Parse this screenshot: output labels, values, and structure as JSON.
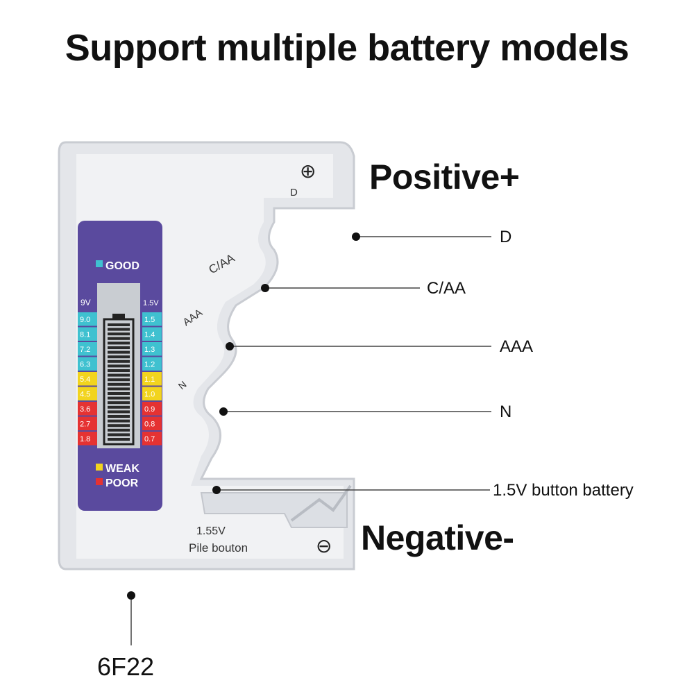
{
  "headline": "Support multiple battery models",
  "labels": {
    "positive": "Positive+",
    "negative": "Negative-"
  },
  "callouts": {
    "d": "D",
    "c_aa": "C/AA",
    "aaa": "AAA",
    "n": "N",
    "button": "1.5V button battery",
    "sixf22": "6F22"
  },
  "device": {
    "slot_labels": {
      "d": "D",
      "c_aa": "C/AA",
      "aaa": "AAA",
      "n": "N"
    },
    "button_text_1": "1.55V",
    "button_text_2": "Pile bouton",
    "plus_symbol": "⊕",
    "minus_symbol": "⊖",
    "display": {
      "good": "GOOD",
      "weak": "WEAK",
      "poor": "POOR",
      "left_header": "9V",
      "right_header": "1.5V",
      "left_values": [
        "9.0",
        "8.1",
        "7.2",
        "6.3",
        "5.4",
        "4.5",
        "3.6",
        "2.7",
        "1.8"
      ],
      "right_values": [
        "1.5",
        "1.4",
        "1.3",
        "1.2",
        "1.1",
        "1.0",
        "0.9",
        "0.8",
        "0.7"
      ],
      "colors": {
        "good": "#3fc1d0",
        "weak": "#f2d41e",
        "poor": "#e53232",
        "panel": "#5a4a9e"
      }
    }
  }
}
